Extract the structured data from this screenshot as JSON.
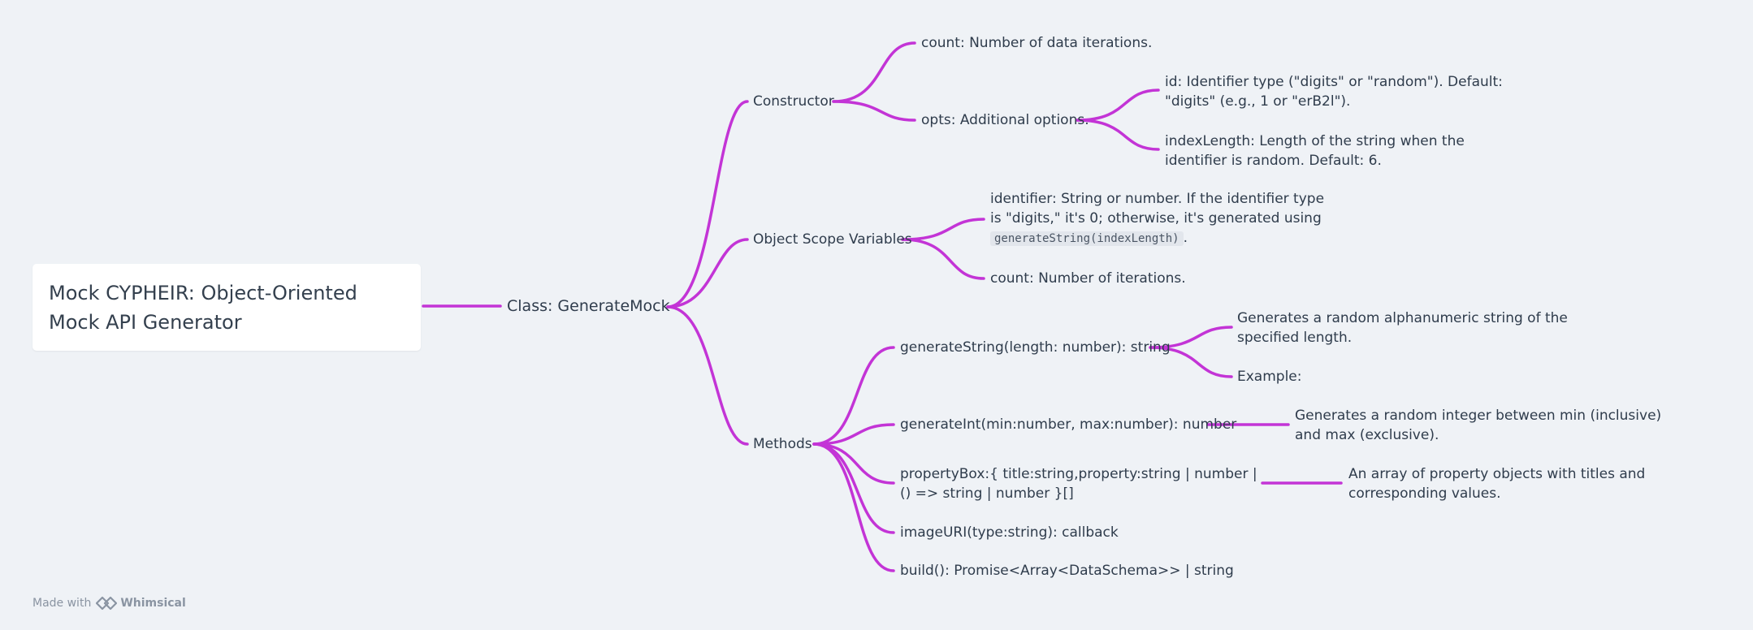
{
  "root": {
    "title": "Mock CYPHEIR: Object-Oriented Mock API Generator"
  },
  "class_node": {
    "label": "Class: GenerateMock"
  },
  "constructor": {
    "label": "Constructor",
    "count": "count: Number of data iterations.",
    "opts": "opts: Additional options.",
    "opts_id": "id: Identifier type (\"digits\" or \"random\"). Default: \"digits\" (e.g., 1 or \"erB2l\").",
    "opts_index_length": "indexLength: Length of the string when the identifier is random. Default: 6."
  },
  "scope": {
    "label": "Object Scope Variables",
    "identifier_text": "identifier: String or number. If the identifier type is \"digits,\" it's 0; otherwise, it's generated using",
    "identifier_code": "generateString(indexLength)",
    "identifier_end": ".",
    "count": "count: Number of iterations."
  },
  "methods": {
    "label": "Methods",
    "generate_string": "generateString(length: number): string",
    "generate_string_desc": "Generates a random alphanumeric string of the specified length.",
    "generate_string_example": "Example:",
    "generate_int": "generateInt(min:number, max:number): number",
    "generate_int_desc": "Generates a random integer between min (inclusive) and max (exclusive).",
    "property_box": "propertyBox:{ title:string,property:string | number | () => string | number }[]",
    "property_box_desc": "An array of property objects with titles and corresponding values.",
    "image_uri": "imageURI(type:string): callback",
    "build": "build(): Promise<Array<DataSchema>> | string"
  },
  "footer": {
    "made_with": "Made with",
    "brand": "Whimsical"
  },
  "colors": {
    "edge": "#c334d6",
    "background": "#eff2f6",
    "text": "#2f3c4c"
  }
}
